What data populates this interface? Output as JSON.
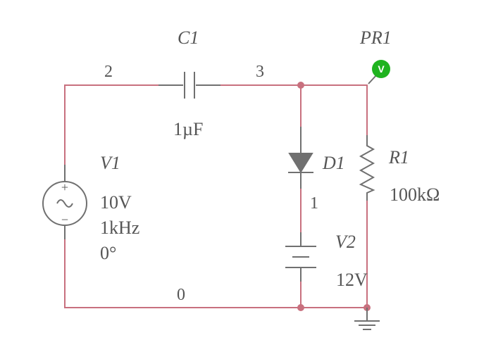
{
  "components": {
    "C1": {
      "ref": "C1",
      "value": "1µF"
    },
    "PR1": {
      "ref": "PR1",
      "probe_symbol": "V",
      "probe_color": "#1fb31f"
    },
    "V1": {
      "ref": "V1",
      "amplitude": "10V",
      "frequency": "1kHz",
      "phase": "0°",
      "plus": "+",
      "minus": "−"
    },
    "D1": {
      "ref": "D1"
    },
    "R1": {
      "ref": "R1",
      "value": "100kΩ"
    },
    "V2": {
      "ref": "V2",
      "value": "12V"
    }
  },
  "nets": {
    "n2": "2",
    "n3": "3",
    "n1": "1",
    "n0": "0"
  },
  "colors": {
    "wire": "#c8707e",
    "component": "#707070",
    "text": "#555555"
  }
}
